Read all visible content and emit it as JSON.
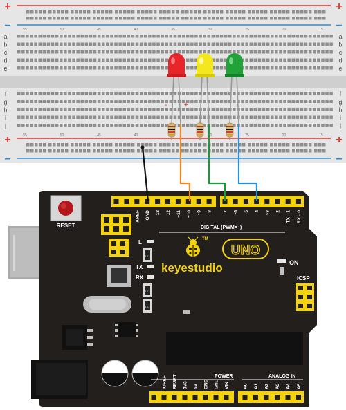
{
  "breadboard": {
    "row_letters_top": [
      "a",
      "b",
      "c",
      "d",
      "e"
    ],
    "row_letters_bottom": [
      "f",
      "g",
      "h",
      "i",
      "j"
    ],
    "column_numbers": [
      "55",
      "50",
      "45",
      "40",
      "35",
      "30",
      "25",
      "20",
      "15"
    ],
    "plus_sign": "+",
    "minus_sign": "−",
    "led_polarity_minus": "-",
    "led_polarity_plus": "+"
  },
  "leds": [
    {
      "color_name": "red",
      "color": "#e8262a"
    },
    {
      "color_name": "yellow",
      "color": "#f5e71e"
    },
    {
      "color_name": "green",
      "color": "#22a33a"
    }
  ],
  "wires": [
    {
      "color_name": "black",
      "color": "#111111"
    },
    {
      "color_name": "orange",
      "color": "#f0881e"
    },
    {
      "color_name": "green",
      "color": "#1a9a3a"
    },
    {
      "color_name": "blue",
      "color": "#2b8fd8"
    }
  ],
  "board": {
    "reset_label": "RESET",
    "brand": "keyestudio",
    "tm": "TM",
    "model": "UNO",
    "on_label": "ON",
    "icsp_label": "ICSP",
    "l_label": "L",
    "tx_label": "TX",
    "rx_label": "RX",
    "digital_label": "DIGITAL  (PWM=~)",
    "digital_pins": [
      "AREF",
      "GND",
      "13",
      "12",
      "~11",
      "~10",
      "~9",
      "8",
      "7",
      "~6",
      "~5",
      "4",
      "~3",
      "2",
      "TX→1",
      "RX←0"
    ],
    "power_label": "POWER",
    "power_pins": [
      "IOREF",
      "RESET",
      "3V3",
      "5V",
      "GND",
      "GND",
      "VIN"
    ],
    "analog_label": "ANALOG  IN",
    "analog_pins": [
      "A0",
      "A1",
      "A2",
      "A3",
      "A4",
      "A5"
    ],
    "chip_marks": [
      "103",
      "103",
      "103"
    ]
  }
}
